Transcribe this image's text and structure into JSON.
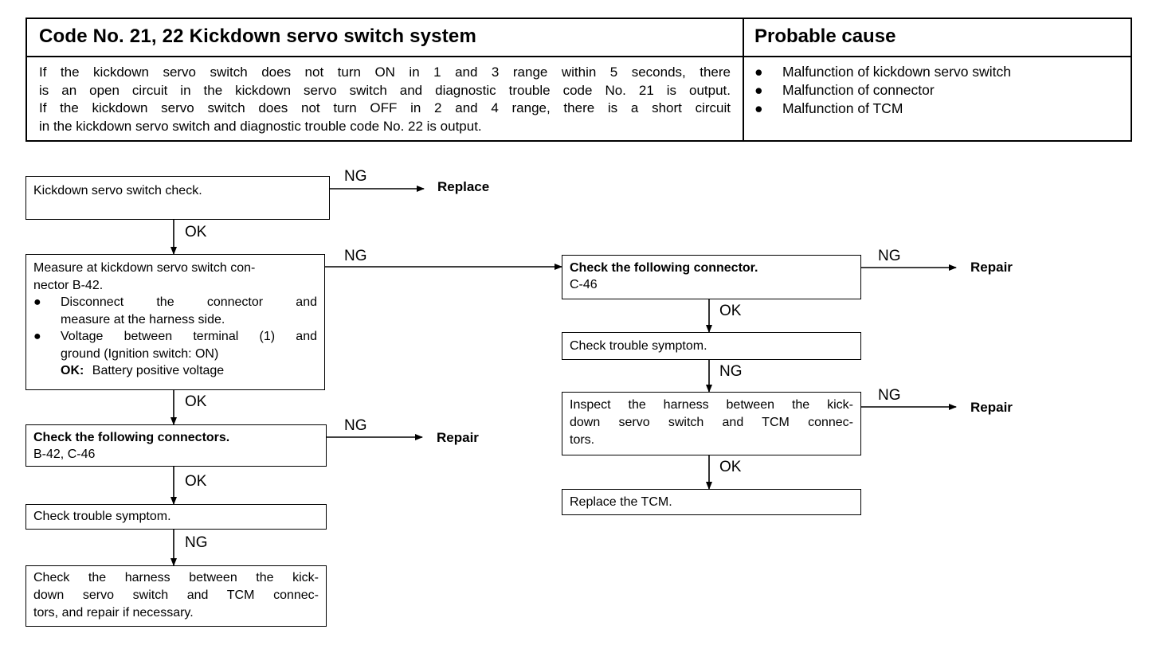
{
  "header": {
    "title": "Code No. 21, 22 Kickdown servo switch system",
    "probable_cause_title": "Probable cause",
    "description_lines": [
      "If the kickdown servo switch does not turn ON in 1 and 3 range within 5 seconds, there",
      "is an open circuit in the kickdown servo switch and diagnostic trouble code No. 21 is output.",
      "If the kickdown servo switch does not turn OFF in 2 and 4 range, there is a short circuit",
      "in the kickdown servo switch and diagnostic trouble code No. 22 is output."
    ],
    "causes": [
      "Malfunction of kickdown servo switch",
      "Malfunction of connector",
      "Malfunction of TCM"
    ]
  },
  "flow": {
    "box1": "Kickdown servo switch check.",
    "box2": {
      "line1": "Measure at kickdown servo switch con-",
      "line2": "nector B-42.",
      "bullet1_line1": "Disconnect the connector and",
      "bullet1_line2": "measure at the harness side.",
      "bullet2_line1": "Voltage between terminal (1) and",
      "bullet2_line2": "ground (Ignition switch: ON)",
      "ok_label": "OK:",
      "ok_value": "Battery positive voltage"
    },
    "box3": {
      "title": "Check the following connectors.",
      "sub": "B-42, C-46"
    },
    "box4": "Check trouble symptom.",
    "box5": {
      "line1": "Check the harness between the kick-",
      "line2": "down servo switch and TCM connec-",
      "line3": "tors, and repair if necessary."
    },
    "box6": {
      "title": "Check the following connector.",
      "sub": "C-46"
    },
    "box7": "Check trouble symptom.",
    "box8": {
      "line1": "Inspect the harness between the kick-",
      "line2": "down servo switch and TCM connec-",
      "line3": "tors."
    },
    "box9": "Replace the TCM.",
    "labels": {
      "ok": "OK",
      "ng": "NG",
      "bullet": "●"
    },
    "actions": {
      "replace": "Replace",
      "repair": "Repair"
    }
  }
}
